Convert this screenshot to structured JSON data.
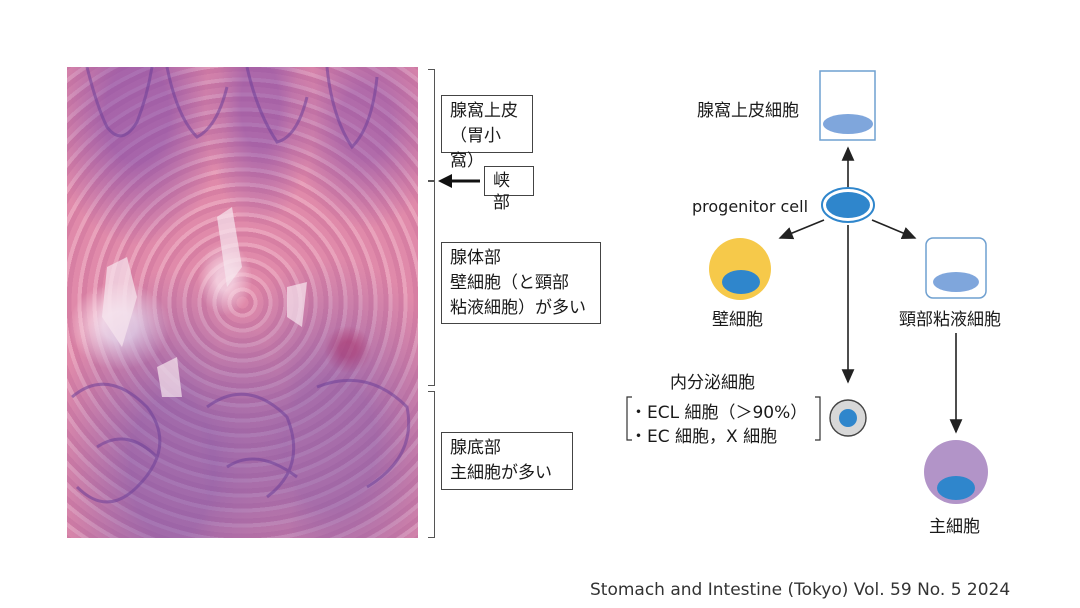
{
  "left_labels": {
    "foveolar": [
      "腺窩上皮",
      "（胃小窩）"
    ],
    "isthmus": "峡部",
    "body": [
      "腺体部",
      "壁細胞（と頸部",
      "粘液細胞）が多い"
    ],
    "base": [
      "腺底部",
      "主細胞が多い"
    ]
  },
  "diagram": {
    "foveolar_cell": "腺窩上皮細胞",
    "progenitor_cell": "progenitor cell",
    "parietal_cell": "壁細胞",
    "neck_mucous_cell": "頸部粘液細胞",
    "endocrine_title": "内分泌細胞",
    "endocrine_items": [
      "・ECL 細胞（＞90%）",
      "・EC 細胞，X 細胞"
    ],
    "chief_cell": "主細胞"
  },
  "colors": {
    "nucleus_blue": "#2f86cc",
    "light_blue": "#7fa6dc",
    "parietal_yellow": "#f6c94a",
    "chief_purple": "#b294c8",
    "box_border": "#6fa0d0"
  },
  "footer": "Stomach and Intestine (Tokyo)  Vol. 59  No. 5  2024"
}
